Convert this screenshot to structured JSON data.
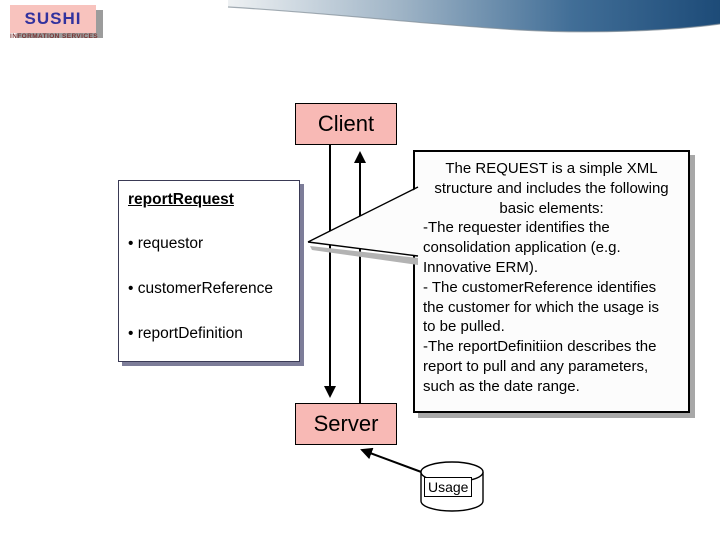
{
  "logo": {
    "title": "SUSHI",
    "subtitle": "INFORMATION SERVICES"
  },
  "diagram": {
    "client_label": "Client",
    "server_label": "Server",
    "usage_label": "Usage",
    "request_box": {
      "title": "reportRequest",
      "items": [
        "• requestor",
        "• customerReference",
        "• reportDefinition"
      ]
    },
    "callout": {
      "intro": "The REQUEST is a simple XML\nstructure and includes the following\nbasic elements:",
      "body": "-The requester identifies the\nconsolidation application (e.g.\nInnovative ERM).\n- The customerReference identifies\nthe customer for which the usage is\nto be pulled.\n-The reportDefinitiion describes the\nreport to pull and any parameters,\nsuch as the date range."
    }
  },
  "colors": {
    "box_pink": "#f8b9b5",
    "logo_pink": "#f8c3be",
    "logo_text": "#32329e",
    "logo_subtext": "#7a3535",
    "banner_dark": "#1d4b78",
    "banner_light": "#eef1f3",
    "shadow_slate": "#7d7d99",
    "shadow_gray": "#a8a8a8"
  }
}
